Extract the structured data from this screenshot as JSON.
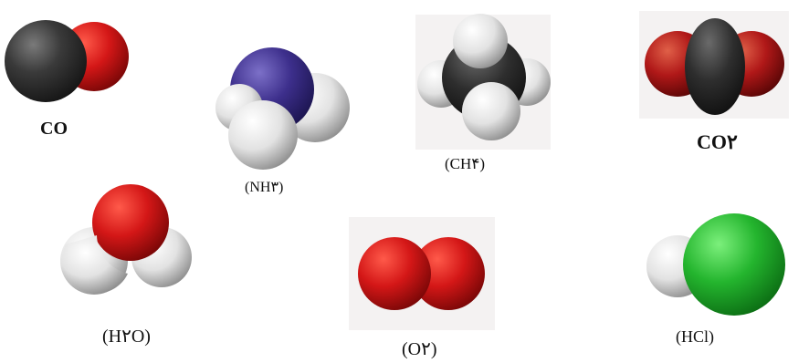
{
  "molecules": {
    "co": {
      "label": "CO"
    },
    "nh3": {
      "label": "(NH۳)"
    },
    "ch4": {
      "label": "(CH۴)"
    },
    "co2": {
      "label": "CO۲"
    },
    "h2o": {
      "label": "(H۲O)"
    },
    "o2": {
      "label": "(O۲)"
    },
    "hcl": {
      "label": "(HCl)"
    }
  },
  "colors": {
    "carbon": "#2b2b2b",
    "oxygen": "#d01414",
    "nitrogen": "#3a2f8a",
    "hydrogen": "#e8e8e8",
    "chlorine": "#1fb22c",
    "backdrop": "#f4f2f2"
  }
}
